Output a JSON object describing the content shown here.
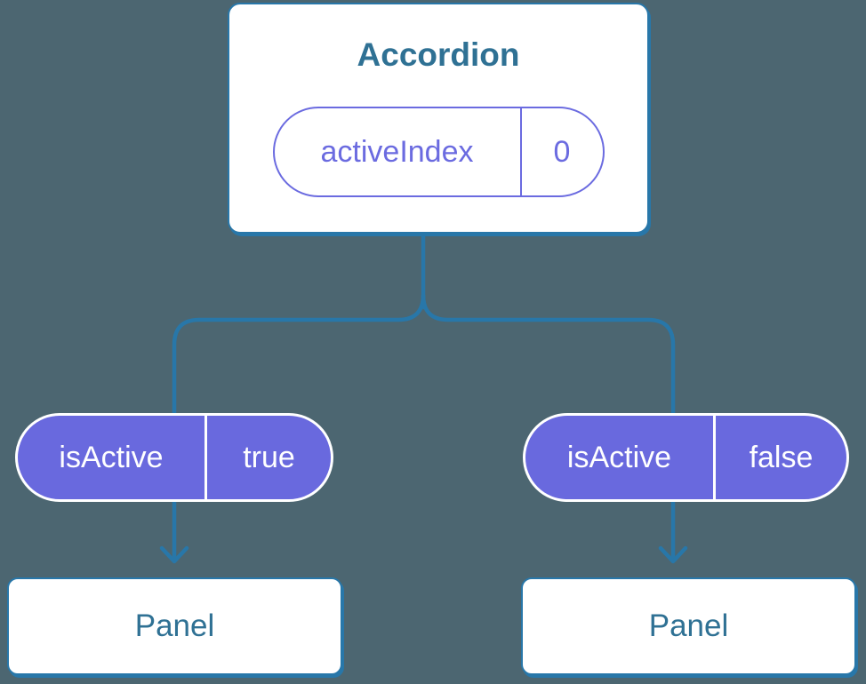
{
  "colors": {
    "background": "#4C6671",
    "blue_stroke": "#2877A9",
    "blue_text": "#2F7194",
    "purple_fill": "#6969DE",
    "purple_accent": "#6B6BE0",
    "white": "#FFFFFF"
  },
  "tree": {
    "root": {
      "title": "Accordion",
      "state": {
        "name": "activeIndex",
        "value": "0"
      }
    },
    "props": [
      {
        "name": "isActive",
        "value": "true"
      },
      {
        "name": "isActive",
        "value": "false"
      }
    ],
    "children": [
      {
        "title": "Panel"
      },
      {
        "title": "Panel"
      }
    ]
  }
}
